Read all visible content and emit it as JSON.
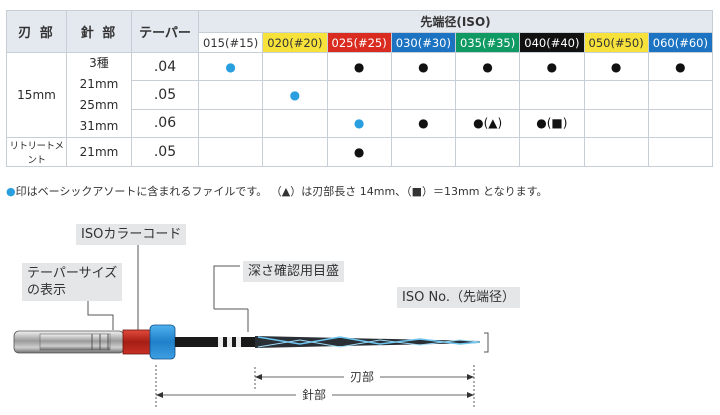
{
  "table": {
    "headers": {
      "blade": "刃 部",
      "needle": "針 部",
      "taper": "テーパー",
      "tip": "先端径(ISO)"
    },
    "iso_columns": [
      {
        "label": "015(#15)",
        "bg": "#ffffff",
        "fg": "#333333"
      },
      {
        "label": "020(#20)",
        "bg": "#f6e23a",
        "fg": "#333333"
      },
      {
        "label": "025(#25)",
        "bg": "#d92b20",
        "fg": "#ffffff"
      },
      {
        "label": "030(#30)",
        "bg": "#1b73c2",
        "fg": "#ffffff"
      },
      {
        "label": "035(#35)",
        "bg": "#0f9a63",
        "fg": "#ffffff"
      },
      {
        "label": "040(#40)",
        "bg": "#111111",
        "fg": "#ffffff"
      },
      {
        "label": "050(#50)",
        "bg": "#f6e23a",
        "fg": "#333333"
      },
      {
        "label": "060(#60)",
        "bg": "#1b73c2",
        "fg": "#ffffff"
      }
    ],
    "group_blade": "15mm",
    "needle_lines": [
      "3種",
      "21mm",
      "25mm",
      "31mm"
    ],
    "rows": [
      {
        "taper": ".04",
        "cells": [
          "●",
          "",
          "●",
          "●",
          "●",
          "●",
          "●",
          "●"
        ],
        "blue": [
          0
        ]
      },
      {
        "taper": ".05",
        "cells": [
          "",
          "●",
          "",
          "",
          "",
          "",
          "",
          ""
        ],
        "blue": [
          1
        ]
      },
      {
        "taper": ".06",
        "cells": [
          "",
          "",
          "●",
          "●",
          "●(▲)",
          "●(■)",
          "",
          ""
        ],
        "blue": [
          2
        ]
      }
    ],
    "retreat_row": {
      "blade": "リトリートメント",
      "needle": "21mm",
      "taper": ".05",
      "cells": [
        "",
        "",
        "●",
        "",
        "",
        "",
        "",
        ""
      ],
      "blue": []
    }
  },
  "note": {
    "dot": "●",
    "text": "印はベーシックアソートに含まれるファイルです。 （▲）は刃部長さ 14mm、（■）＝13mm となります。"
  },
  "diagram": {
    "iso_color_code": "ISOカラーコード",
    "taper_size_label": "テーパーサイズ\nの表示",
    "depth_gauge": "深さ確認用目盛",
    "iso_no": "ISO No.（先端径）",
    "blade": "刃部",
    "needle": "針部"
  }
}
